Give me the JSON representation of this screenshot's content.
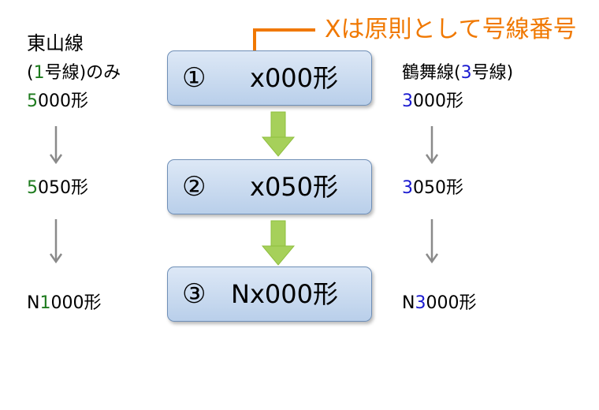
{
  "note": "Xは原則として号線番号",
  "steps": [
    {
      "num": "①",
      "label": "x000形"
    },
    {
      "num": "②",
      "label": "x050形"
    },
    {
      "num": "③",
      "label": "Nx000形"
    }
  ],
  "left": {
    "title": "東山線",
    "line2_open": "(",
    "line2_num": "1",
    "line2_rest": "号線)のみ",
    "items": [
      {
        "pre": "",
        "num": "5",
        "post": "000形"
      },
      {
        "pre": "",
        "num": "5",
        "post": "050形"
      },
      {
        "pre": "N",
        "num": "1",
        "post": "000形"
      }
    ]
  },
  "right": {
    "title_pre": "鶴舞線(",
    "title_num": "3",
    "title_post": "号線)",
    "items": [
      {
        "pre": "",
        "num": "3",
        "post": "000形"
      },
      {
        "pre": "",
        "num": "3",
        "post": "050形"
      },
      {
        "pre": "N",
        "num": "3",
        "post": "000形"
      }
    ]
  },
  "colors": {
    "left_highlight": "#1e7b1e",
    "right_highlight": "#1a1ad0",
    "note": "#f07800",
    "box_fill": "#c9dbf0",
    "flow_arrow": "#9ccc4c"
  }
}
